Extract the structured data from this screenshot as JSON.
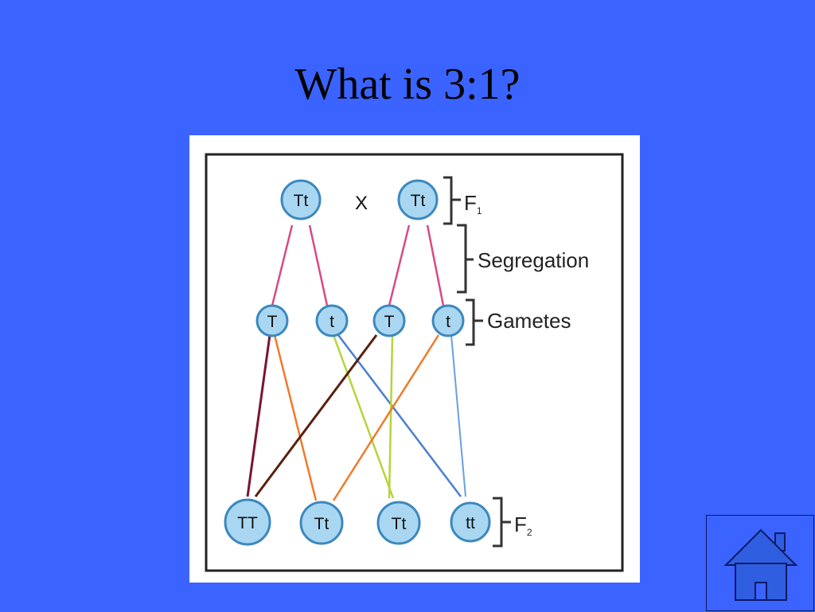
{
  "slide": {
    "title": "What is 3:1?"
  },
  "diagram": {
    "parent_genotypes": [
      "Tt",
      "Tt"
    ],
    "cross_symbol": "X",
    "gametes": [
      "T",
      "t",
      "T",
      "t"
    ],
    "offspring": [
      "TT",
      "Tt",
      "Tt",
      "tt"
    ],
    "labels": {
      "parents_generation": "F",
      "parents_generation_sub": "1",
      "segregation": "Segregation",
      "gametes": "Gametes",
      "offspring_generation": "F",
      "offspring_generation_sub": "2"
    },
    "colors": {
      "node_fill": "#a9d7f2",
      "node_stroke": "#3c88be",
      "parent_lines": "#d94a82",
      "line_T1_TT": "#7a1530",
      "line_T1_Tt": "#f07a2a",
      "line_t2_Tt": "#b5d43a",
      "line_t2_tt": "#4a7fd0",
      "line_T3_TT": "#5a2010",
      "line_T3_Tt": "#b5d43a",
      "line_t4_Tt": "#f07a2a",
      "line_t4_tt": "#6aa0e0"
    }
  },
  "home_button": {
    "icon": "house-icon",
    "color": "#2f5fe0"
  }
}
